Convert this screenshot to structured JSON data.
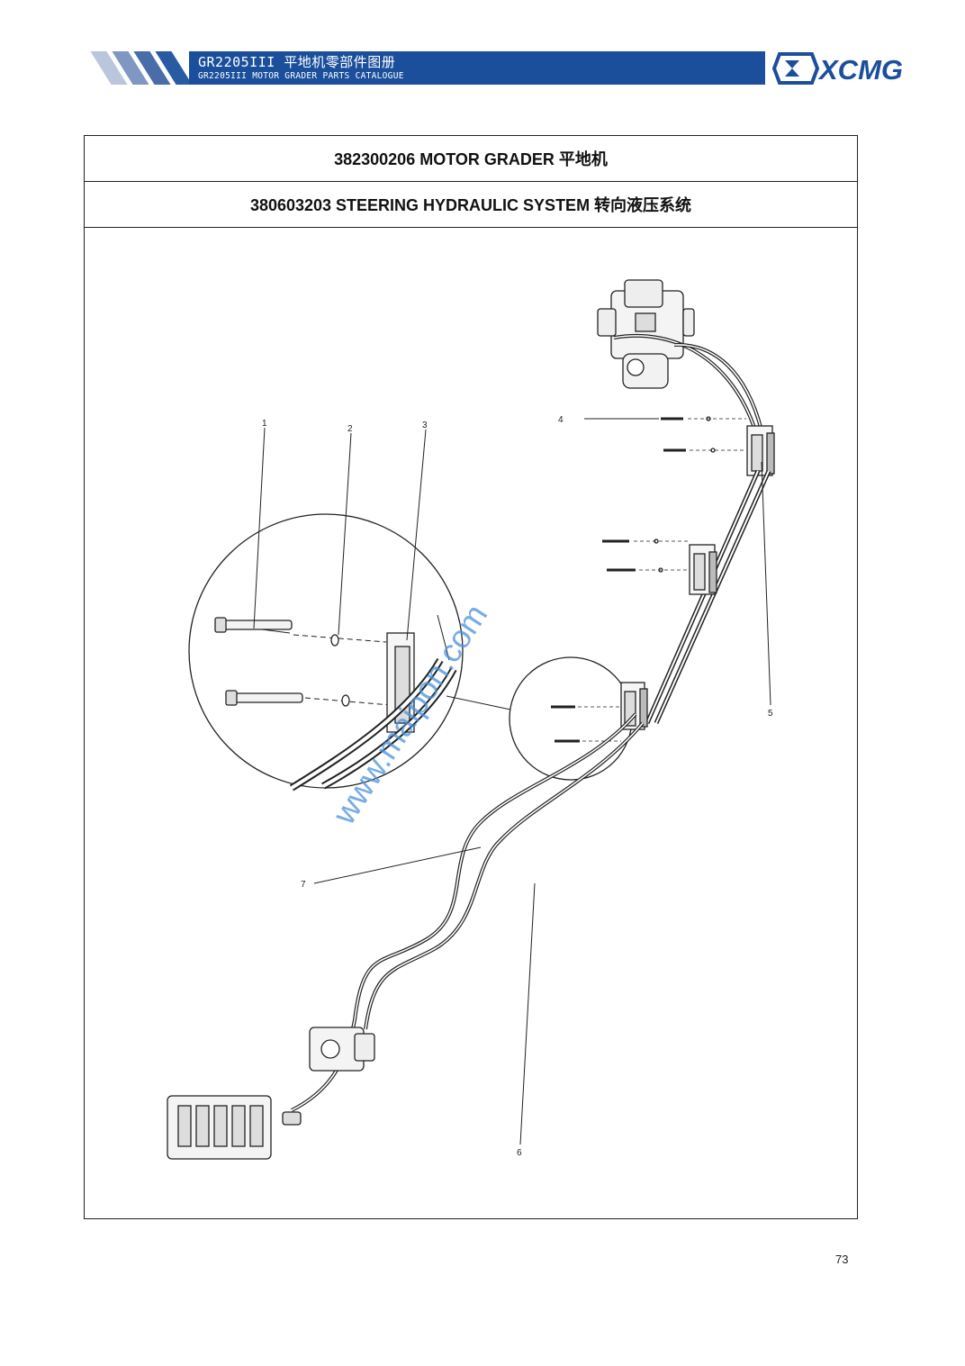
{
  "header": {
    "title_cn": "GR2205III 平地机零部件图册",
    "title_en": "GR2205III MOTOR GRADER PARTS CATALOGUE",
    "logo": "XCMG",
    "brand_color": "#1b4f9c"
  },
  "table": {
    "machine_title": "382300206 MOTOR GRADER  平地机",
    "system_title": "380603203 STEERING HYDRAULIC SYSTEM 转向液压系统"
  },
  "diagram": {
    "callouts": [
      "1",
      "2",
      "3",
      "4",
      "5",
      "6",
      "7"
    ],
    "watermark": "www.maipon.com"
  },
  "footer": {
    "page_number": "73"
  }
}
